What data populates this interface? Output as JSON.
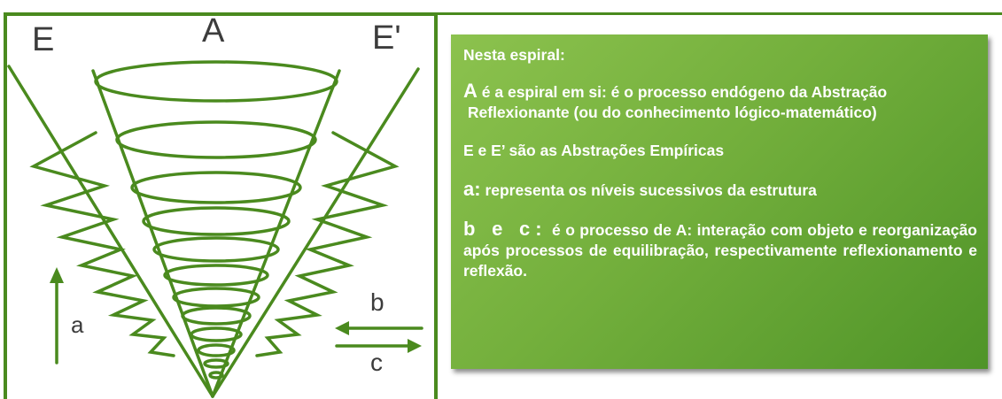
{
  "diagram": {
    "label_A": "A",
    "label_E": "E",
    "label_E_prime": "E'",
    "label_a": "a",
    "label_b": "b",
    "label_c": "c",
    "stroke_color": "#4a8a1e"
  },
  "panel": {
    "heading": "Nesta espiral:",
    "p1_key": "A",
    "p1_text_line1": "é a espiral em si: é o processo endógeno da Abstração",
    "p1_text_line2": "Reflexionante (ou do conhecimento lógico-matemático)",
    "p2_text": "E e E’ são as Abstrações Empíricas",
    "p3_key": "a:",
    "p3_text": "representa os níveis sucessivos da estrutura",
    "p4_key": "b e c:",
    "p4_text": "é o processo de A: interação com objeto e reorganização após processos de equilibração, respectivamente reflexionamento e reflexão.",
    "background_colors": [
      "#8cc24e",
      "#4f9428"
    ]
  }
}
